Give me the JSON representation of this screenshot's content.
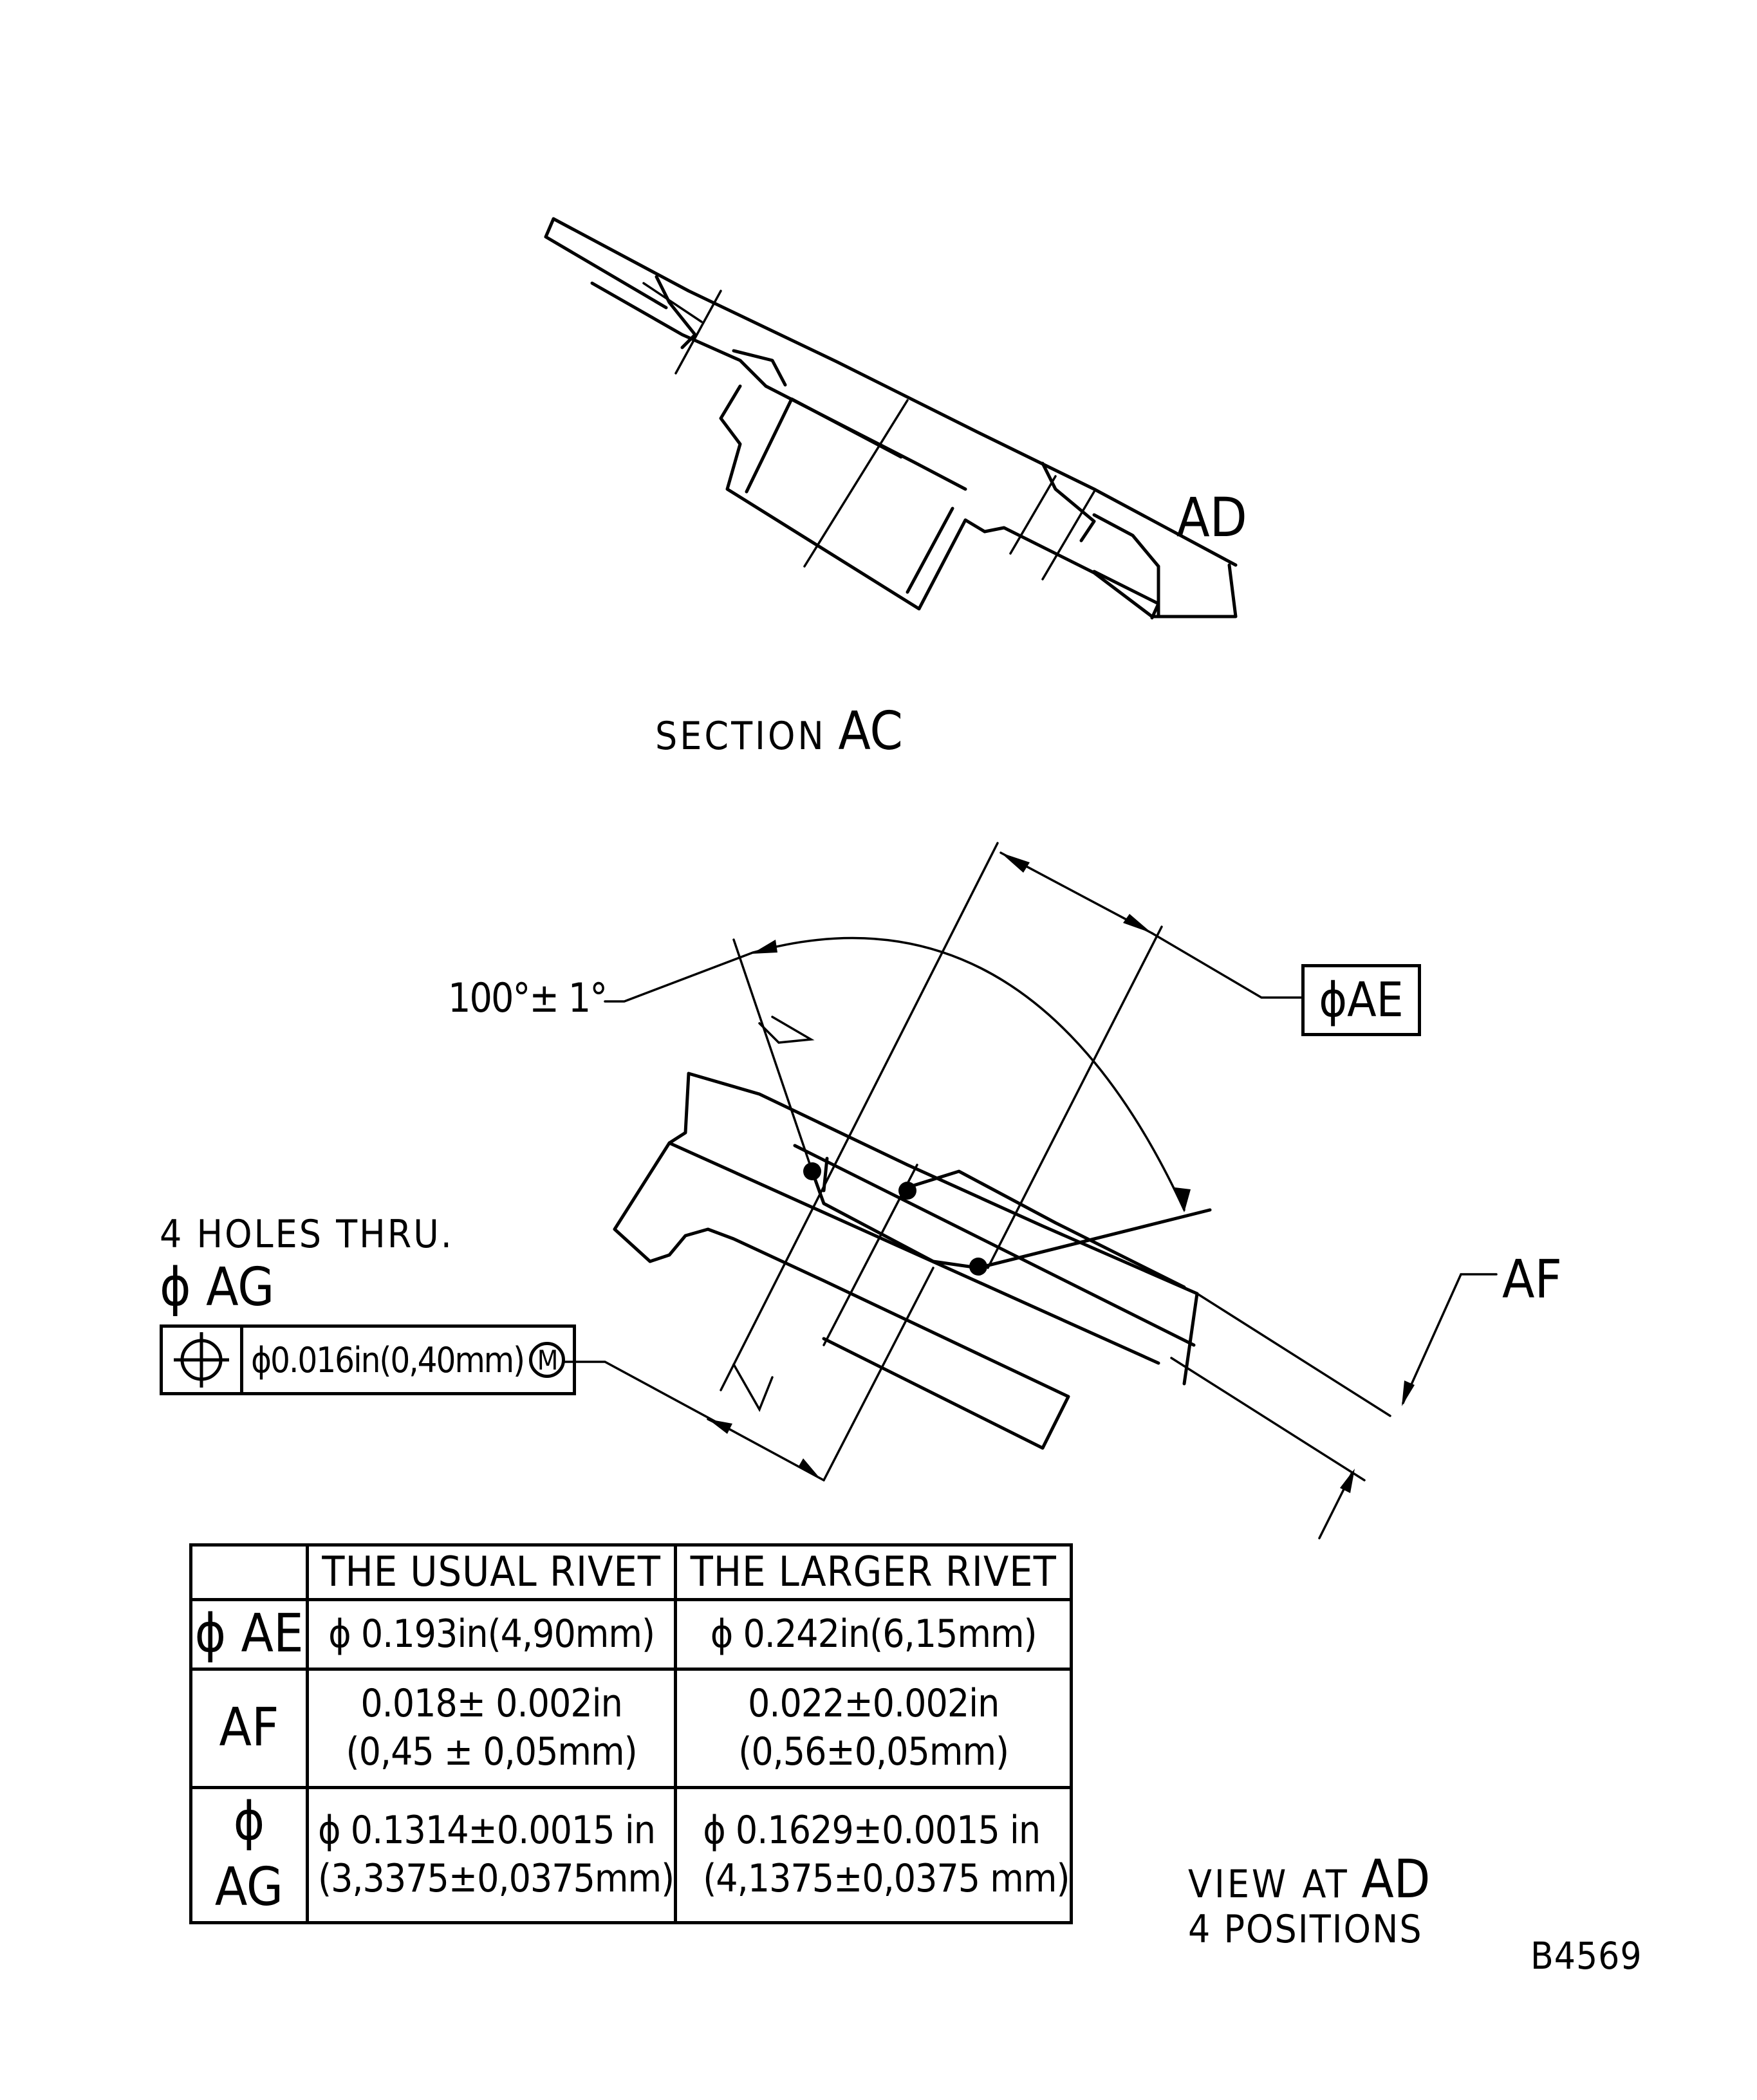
{
  "section": {
    "callout": "AD",
    "title_word": "SECTION",
    "title_id": "AC"
  },
  "view": {
    "angle": "100°± 1°",
    "dim_ae": "ϕAE",
    "dim_af": "AF"
  },
  "holes": {
    "line1": "4 HOLES THRU.",
    "line2": "ϕ AG",
    "tolerance": "ϕ0.016in(0,40mm)",
    "modifier": "M",
    "position_icon": "position-symbol"
  },
  "table": {
    "headers": [
      "",
      "THE USUAL RIVET",
      "THE LARGER RIVET"
    ],
    "rows": [
      {
        "label": "ϕ AE",
        "usual": [
          "ϕ 0.193in(4,90mm)"
        ],
        "larger": [
          "ϕ 0.242in(6,15mm)"
        ]
      },
      {
        "label": "AF",
        "usual": [
          "0.018± 0.002in",
          "(0,45 ± 0,05mm)"
        ],
        "larger": [
          "0.022±0.002in",
          "(0,56±0,05mm)"
        ]
      },
      {
        "label": "ϕ AG",
        "usual": [
          "ϕ 0.1314±0.0015 in",
          "(3,3375±0,0375mm)"
        ],
        "larger": [
          "ϕ 0.1629±0.0015 in",
          "(4,1375±0,0375 mm)"
        ]
      }
    ]
  },
  "footer": {
    "view_word": "VIEW AT",
    "view_id": "AD",
    "positions": "4 POSITIONS",
    "ref": "B4569"
  }
}
